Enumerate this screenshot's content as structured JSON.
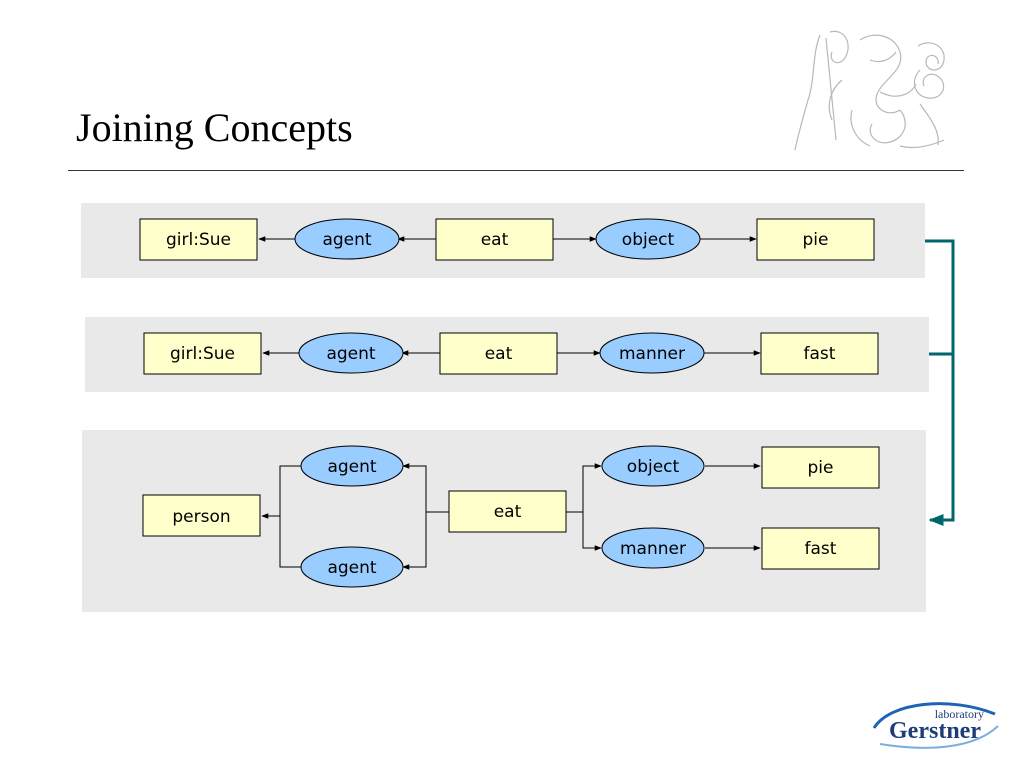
{
  "title": "Joining Concepts",
  "colors": {
    "panel": "#e9e9e9",
    "concept_fill": "#ffffcc",
    "relation_fill": "#99ccff",
    "join_arrow": "#00666b"
  },
  "graphs": [
    {
      "name": "graph-1",
      "nodes": [
        {
          "id": "girl-sue",
          "type": "concept",
          "label": "girl:Sue"
        },
        {
          "id": "agent",
          "type": "relation",
          "label": "agent"
        },
        {
          "id": "eat",
          "type": "concept",
          "label": "eat"
        },
        {
          "id": "object",
          "type": "relation",
          "label": "object"
        },
        {
          "id": "pie",
          "type": "concept",
          "label": "pie"
        }
      ],
      "edges": [
        {
          "from": "agent",
          "to": "girl-sue"
        },
        {
          "from": "eat",
          "to": "agent"
        },
        {
          "from": "eat",
          "to": "object"
        },
        {
          "from": "object",
          "to": "pie"
        }
      ]
    },
    {
      "name": "graph-2",
      "nodes": [
        {
          "id": "girl-sue",
          "type": "concept",
          "label": "girl:Sue"
        },
        {
          "id": "agent",
          "type": "relation",
          "label": "agent"
        },
        {
          "id": "eat",
          "type": "concept",
          "label": "eat"
        },
        {
          "id": "manner",
          "type": "relation",
          "label": "manner"
        },
        {
          "id": "fast",
          "type": "concept",
          "label": "fast"
        }
      ],
      "edges": [
        {
          "from": "agent",
          "to": "girl-sue"
        },
        {
          "from": "eat",
          "to": "agent"
        },
        {
          "from": "eat",
          "to": "manner"
        },
        {
          "from": "manner",
          "to": "fast"
        }
      ]
    },
    {
      "name": "joined-graph",
      "nodes": [
        {
          "id": "person",
          "type": "concept",
          "label": "person"
        },
        {
          "id": "agent-top",
          "type": "relation",
          "label": "agent"
        },
        {
          "id": "agent-bottom",
          "type": "relation",
          "label": "agent"
        },
        {
          "id": "eat",
          "type": "concept",
          "label": "eat"
        },
        {
          "id": "object",
          "type": "relation",
          "label": "object"
        },
        {
          "id": "manner",
          "type": "relation",
          "label": "manner"
        },
        {
          "id": "pie",
          "type": "concept",
          "label": "pie"
        },
        {
          "id": "fast",
          "type": "concept",
          "label": "fast"
        }
      ],
      "edges": [
        {
          "from": "agent-top",
          "to": "person"
        },
        {
          "from": "agent-bottom",
          "to": "person"
        },
        {
          "from": "eat",
          "to": "agent-top"
        },
        {
          "from": "eat",
          "to": "agent-bottom"
        },
        {
          "from": "eat",
          "to": "object"
        },
        {
          "from": "eat",
          "to": "manner"
        },
        {
          "from": "object",
          "to": "pie"
        },
        {
          "from": "manner",
          "to": "fast"
        }
      ]
    }
  ],
  "join": {
    "from": [
      "graph-1",
      "graph-2"
    ],
    "to": "joined-graph"
  },
  "logo": {
    "word": "Gerstner",
    "tagline": "laboratory"
  }
}
